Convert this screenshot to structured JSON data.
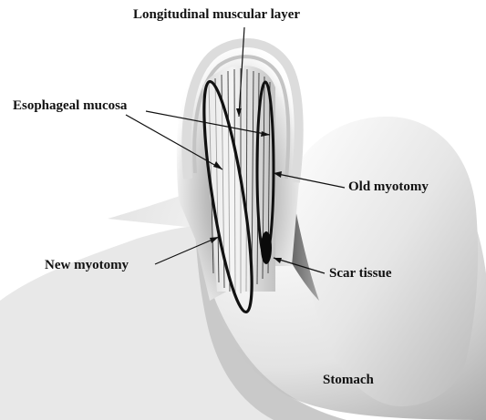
{
  "labels": {
    "longitudinal_muscular_layer": "Longitudinal muscular layer",
    "esophageal_mucosa": "Esophageal mucosa",
    "old_myotomy": "Old myotomy",
    "new_myotomy": "New myotomy",
    "scar_tissue": "Scar tissue",
    "stomach": "Stomach"
  },
  "colors": {
    "background": "#ffffff",
    "tissue_light": "#f2f2f2",
    "tissue_mid": "#c9c9c9",
    "tissue_dark": "#6e6e6e",
    "outline": "#111111"
  }
}
